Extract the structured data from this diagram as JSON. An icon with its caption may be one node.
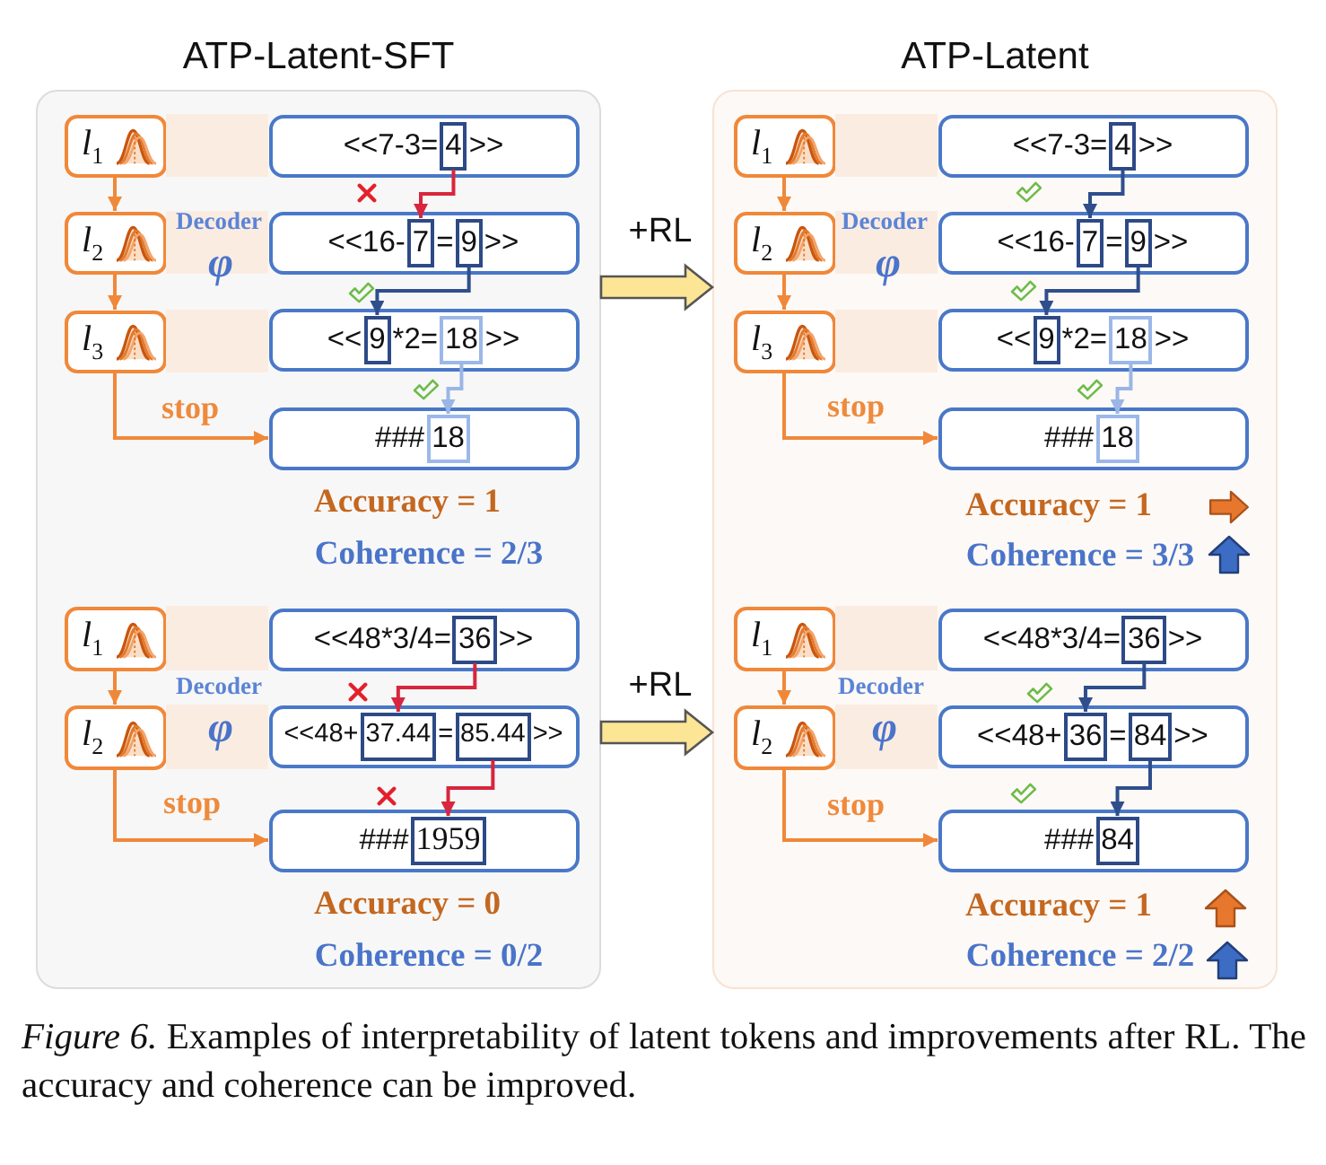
{
  "diagram": {
    "caption": "*Figure 6.* Examples of interpretability of latent tokens and improvements after RL. The accuracy and coherence can be improved.",
    "nodes": [
      {
        "text": [
          "ATP-Latent-SFT"
        ]
      },
      {
        "text": [
          "ATP-Latent"
        ]
      },
      {
        "text": [
          "*l*$_{1}$"
        ],
        "in": 0
      },
      {
        "text": [
          "<<7-3=",
          ">>"
        ],
        "in": 0
      },
      {
        "text": [
          "4"
        ],
        "in": 3
      },
      {
        "text": [
          "*l*$_{2}$"
        ],
        "in": 0
      },
      {
        "text": [
          "<<16-",
          "=",
          ">>"
        ],
        "in": 0
      },
      {
        "text": [
          "7"
        ],
        "in": 6
      },
      {
        "text": [
          "9"
        ],
        "in": 6
      },
      {
        "text": [
          "*l*$_{3}$"
        ],
        "in": 0
      },
      {
        "text": [
          "<<",
          "*2=",
          ">>"
        ],
        "in": 0
      },
      {
        "text": [
          "9"
        ],
        "in": 10
      },
      {
        "text": [
          "18"
        ],
        "in": 10
      },
      {
        "text": [
          "###"
        ],
        "in": 0
      },
      {
        "text": [
          "18"
        ],
        "in": 13
      },
      {
        "text": [
          "*l*$_{1}$"
        ],
        "in": 1
      },
      {
        "text": [
          "<<7-3=",
          ">>"
        ],
        "in": 1
      },
      {
        "text": [
          "4"
        ],
        "in": 16
      },
      {
        "text": [
          "*l*$_{2}$"
        ],
        "in": 1
      },
      {
        "text": [
          "<<16-",
          "=",
          ">>"
        ],
        "in": 1
      },
      {
        "text": [
          "7"
        ],
        "in": 19
      },
      {
        "text": [
          "9"
        ],
        "in": 19
      },
      {
        "text": [
          "*l*$_{3}$"
        ],
        "in": 1
      },
      {
        "text": [
          "<<",
          "*2=",
          ">>"
        ],
        "in": 1
      },
      {
        "text": [
          "9"
        ],
        "in": 23
      },
      {
        "text": [
          "18"
        ],
        "in": 23
      },
      {
        "text": [
          "###"
        ],
        "in": 1
      },
      {
        "text": [
          "18"
        ],
        "in": 26
      },
      {
        "text": [
          "*l*$_{1}$"
        ],
        "in": 0
      },
      {
        "text": [
          "<<48*3/4=",
          ">>"
        ],
        "in": 0
      },
      {
        "text": [
          "36"
        ],
        "in": 29
      },
      {
        "text": [
          "*l*$_{2}$"
        ],
        "in": 0
      },
      {
        "text": [
          "<<48+",
          "=",
          ">>"
        ],
        "in": 0
      },
      {
        "text": [
          "37.44"
        ],
        "in": 32
      },
      {
        "text": [
          "85.44"
        ],
        "in": 32
      },
      {
        "text": [
          "###"
        ],
        "in": 0
      },
      {
        "text": [
          "1959"
        ],
        "in": 35
      },
      {
        "text": [
          "*l*$_{1}$"
        ],
        "in": 1
      },
      {
        "text": [
          "<<48*3/4=",
          ">>"
        ],
        "in": 1
      },
      {
        "text": [
          "36"
        ],
        "in": 38
      },
      {
        "text": [
          "*l*$_{2}$"
        ],
        "in": 1
      },
      {
        "text": [
          "<<48+",
          "=",
          ">>"
        ],
        "in": 1
      },
      {
        "text": [
          "36"
        ],
        "in": 41
      },
      {
        "text": [
          "84"
        ],
        "in": 41
      },
      {
        "text": [
          "###"
        ],
        "in": 1
      },
      {
        "text": [
          "84"
        ],
        "in": 44
      }
    ],
    "edges": [
      {
        "from": 2,
        "to": 3,
        "arrow": "none",
        "style": "thick",
        "color": "#fbece2"
      },
      {
        "from": 5,
        "to": 6,
        "arrow": "none",
        "style": "thick",
        "color": "#fbece2"
      },
      {
        "from": 9,
        "to": 10,
        "arrow": "none",
        "style": "thick",
        "color": "#fbece2"
      },
      {
        "from": 2,
        "to": 5,
        "arrow": "to",
        "color": "#f0883a"
      },
      {
        "from": 5,
        "to": 9,
        "arrow": "to",
        "color": "#f0883a"
      },
      {
        "from": 9,
        "to": 13,
        "arrow": "to",
        "label": "stop",
        "color": "#f0883a"
      },
      {
        "from": 4,
        "to": 7,
        "arrow": "to",
        "color": "#d7263d"
      },
      {
        "from": 8,
        "to": 11,
        "arrow": "to",
        "color": "#2f4e8c"
      },
      {
        "from": 12,
        "to": 14,
        "arrow": "to",
        "color": "#9ab6e6"
      },
      {
        "from": 15,
        "to": 16,
        "arrow": "none",
        "style": "thick",
        "color": "#fbece2"
      },
      {
        "from": 18,
        "to": 19,
        "arrow": "none",
        "style": "thick",
        "color": "#fbece2"
      },
      {
        "from": 22,
        "to": 23,
        "arrow": "none",
        "style": "thick",
        "color": "#fbece2"
      },
      {
        "from": 15,
        "to": 18,
        "arrow": "to",
        "color": "#f0883a"
      },
      {
        "from": 18,
        "to": 22,
        "arrow": "to",
        "color": "#f0883a"
      },
      {
        "from": 22,
        "to": 26,
        "arrow": "to",
        "label": "stop",
        "color": "#f0883a"
      },
      {
        "from": 17,
        "to": 20,
        "arrow": "to",
        "color": "#2f4e8c"
      },
      {
        "from": 21,
        "to": 24,
        "arrow": "to",
        "color": "#2f4e8c"
      },
      {
        "from": 25,
        "to": 27,
        "arrow": "to",
        "color": "#9ab6e6"
      },
      {
        "from": 0,
        "to": 1,
        "arrow": "to",
        "label": "+RL",
        "style": "thick",
        "color": "#fde596"
      },
      {
        "from": 28,
        "to": 29,
        "arrow": "none",
        "style": "thick",
        "color": "#fbece2"
      },
      {
        "from": 31,
        "to": 32,
        "arrow": "none",
        "style": "thick",
        "color": "#fbece2"
      },
      {
        "from": 28,
        "to": 31,
        "arrow": "to",
        "color": "#f0883a"
      },
      {
        "from": 31,
        "to": 35,
        "arrow": "to",
        "label": "stop",
        "color": "#f0883a"
      },
      {
        "from": 30,
        "to": 33,
        "arrow": "to",
        "color": "#d7263d"
      },
      {
        "from": 34,
        "to": 36,
        "arrow": "to",
        "color": "#d7263d"
      },
      {
        "from": 37,
        "to": 38,
        "arrow": "none",
        "style": "thick",
        "color": "#fbece2"
      },
      {
        "from": 40,
        "to": 41,
        "arrow": "none",
        "style": "thick",
        "color": "#fbece2"
      },
      {
        "from": 37,
        "to": 40,
        "arrow": "to",
        "color": "#f0883a"
      },
      {
        "from": 40,
        "to": 44,
        "arrow": "to",
        "label": "stop",
        "color": "#f0883a"
      },
      {
        "from": 39,
        "to": 42,
        "arrow": "to",
        "color": "#2f4e8c"
      },
      {
        "from": 43,
        "to": 45,
        "arrow": "to",
        "color": "#2f4e8c"
      },
      {
        "from": 0,
        "to": 1,
        "arrow": "to",
        "label": "+RL",
        "style": "thick",
        "color": "#fde596"
      }
    ],
    "labels": [
      "Decoder",
      "Decoder",
      "φ",
      "φ",
      "Accuracy = 1",
      "Accuracy = 1",
      "Coherence = 2/3",
      "Coherence = 3/3",
      "Decoder",
      "Decoder",
      "φ",
      "φ",
      "Accuracy = 0",
      "Accuracy = 1",
      "Coherence = 0/2",
      "Coherence = 2/2"
    ]
  }
}
